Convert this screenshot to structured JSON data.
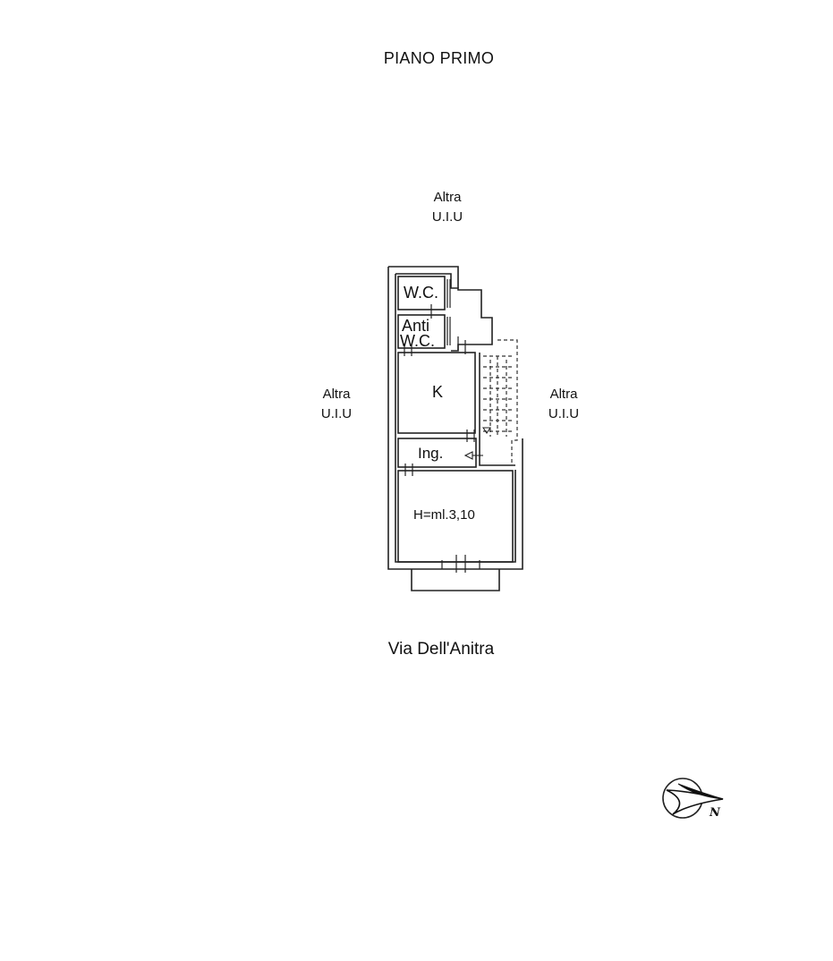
{
  "title": "PIANO PRIMO",
  "neighbours": {
    "north": {
      "line1": "Altra",
      "line2": "U.I.U"
    },
    "west": {
      "line1": "Altra",
      "line2": "U.I.U"
    },
    "east": {
      "line1": "Altra",
      "line2": "U.I.U"
    }
  },
  "rooms": {
    "wc": "W.C.",
    "anti_wc_line1": "Anti",
    "anti_wc_line2": "W.C.",
    "kitchen": "K",
    "entrance": "Ing.",
    "living_height": "H=ml.3,10"
  },
  "street": "Via Dell'Anitra",
  "compass": {
    "label": "N"
  }
}
